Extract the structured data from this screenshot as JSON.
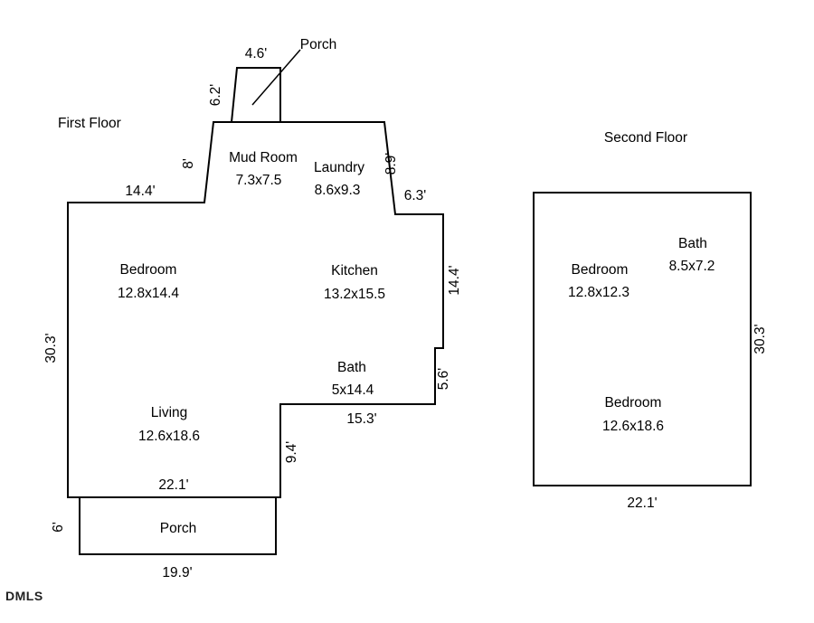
{
  "watermark": "DMLS",
  "colors": {
    "outline": "#000000",
    "background": "#ffffff",
    "text": "#000000"
  },
  "first_floor": {
    "title": "First Floor",
    "rooms": {
      "porch_top": {
        "name": "Porch"
      },
      "mud_room": {
        "name": "Mud Room",
        "dims": "7.3x7.5"
      },
      "laundry": {
        "name": "Laundry",
        "dims": "8.6x9.3"
      },
      "bedroom": {
        "name": "Bedroom",
        "dims": "12.8x14.4"
      },
      "kitchen": {
        "name": "Kitchen",
        "dims": "13.2x15.5"
      },
      "bath": {
        "name": "Bath",
        "dims": "5x14.4"
      },
      "living": {
        "name": "Living",
        "dims": "12.6x18.6"
      },
      "porch_bottom": {
        "name": "Porch"
      }
    },
    "dimensions": {
      "porch_top_width": "4.6'",
      "porch_top_side": "6.2'",
      "mudroom_side": "8'",
      "top": "14.4'",
      "laundry_side": "8.9'",
      "step": "6.3'",
      "right": "14.4'",
      "bath_side": "5.6'",
      "bath_bottom": "15.3'",
      "living_side": "9.4'",
      "bottom": "22.1'",
      "left": "30.3'",
      "porch_side": "6'",
      "porch_bottom": "19.9'"
    }
  },
  "second_floor": {
    "title": "Second Floor",
    "rooms": {
      "bedroom_upper": {
        "name": "Bedroom",
        "dims": "12.8x12.3"
      },
      "bath": {
        "name": "Bath",
        "dims": "8.5x7.2"
      },
      "bedroom_lower": {
        "name": "Bedroom",
        "dims": "12.6x18.6"
      }
    },
    "dimensions": {
      "right": "30.3'",
      "bottom": "22.1'"
    }
  }
}
